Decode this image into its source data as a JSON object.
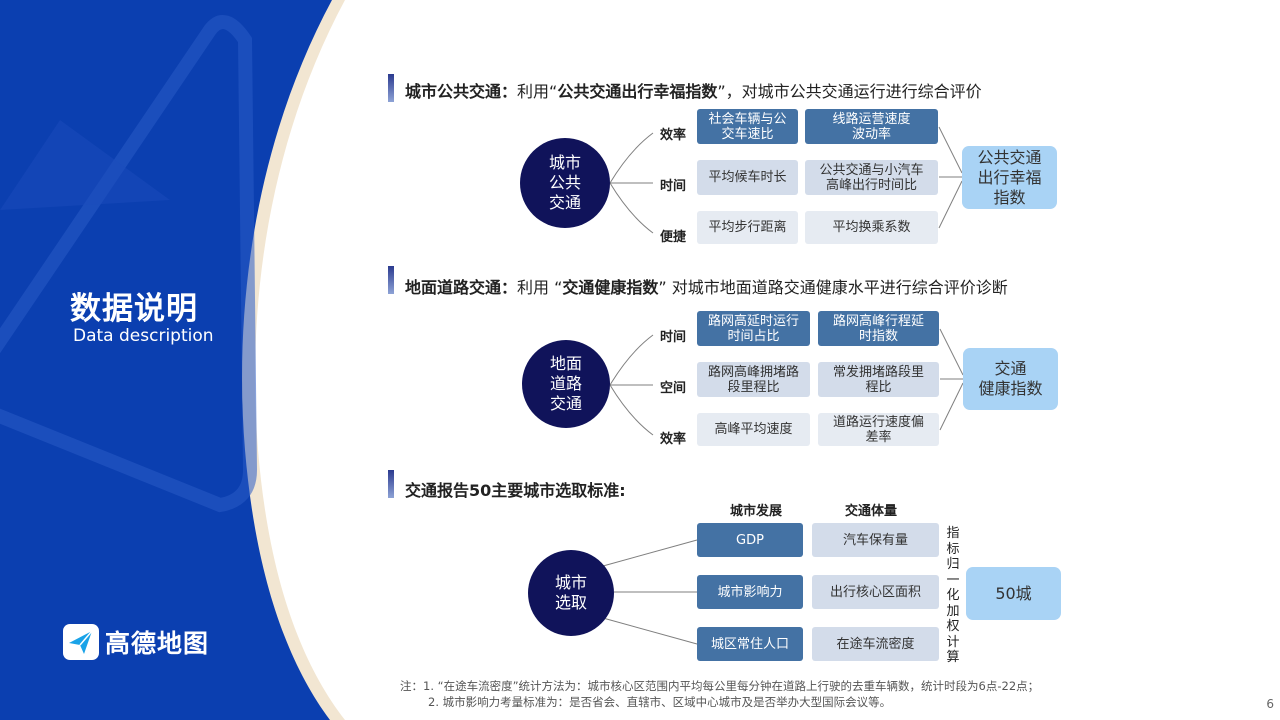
{
  "left_panel": {
    "title": "数据说明",
    "subtitle": "Data description",
    "logo_text": "高德地图",
    "colors": {
      "blue": "#0b3fb0",
      "cream": "#f2e6d2"
    }
  },
  "section1": {
    "title_bold": "城市公共交通：",
    "title_text": "利用“",
    "title_highlight": "公共交通出行幸福指数",
    "title_rest": "”，对城市公共交通运行进行综合评价",
    "center": "城市\n公共\n交通",
    "rows": [
      "效率",
      "时间",
      "便捷"
    ],
    "boxes": [
      "社会车辆与公\n交车速比",
      "线路运营速度\n波动率",
      "平均候车时长",
      "公共交通与小汽车\n高峰出行时间比",
      "平均步行距离",
      "平均换乘系数"
    ],
    "result": "公共交通\n出行幸福\n指数"
  },
  "section2": {
    "title_bold": "地面道路交通：",
    "title_text": "利用 “",
    "title_highlight": "交通健康指数",
    "title_rest": "” 对城市地面道路交通健康水平进行综合评价诊断",
    "center": "地面\n道路\n交通",
    "rows": [
      "时间",
      "空间",
      "效率"
    ],
    "boxes": [
      "路网高延时运行\n时间占比",
      "路网高峰行程延\n时指数",
      "路网高峰拥堵路\n段里程比",
      "常发拥堵路段里\n程比",
      "高峰平均速度",
      "道路运行速度偏\n差率"
    ],
    "result": "交通\n健康指数"
  },
  "section3": {
    "title": "交通报告50主要城市选取标准:",
    "col_heads": [
      "城市发展",
      "交通体量"
    ],
    "center": "城市\n选取",
    "boxes": [
      "GDP",
      "汽车保有量",
      "城市影响力",
      "出行核心区面积",
      "城区常住人口",
      "在途车流密度"
    ],
    "vertical_label": "指标归一化加权计算",
    "result": "50城"
  },
  "notes": [
    "注：1. “在途车流密度”统计方法为：城市核心区范围内平均每公里每分钟在道路上行驶的去重车辆数，统计时段为6点-22点；",
    "2. 城市影响力考量标准为：是否省会、直辖市、区域中心城市及是否举办大型国际会议等。"
  ],
  "page_number": "6"
}
